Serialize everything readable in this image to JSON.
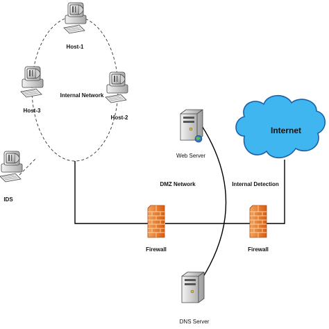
{
  "labels": {
    "host1": "Host-1",
    "host2": "Host-2",
    "host3": "Host-3",
    "ids": "IDS",
    "internal_network": "Internal Network",
    "web_server": "Web Server",
    "dns_server": "DNS Server",
    "dmz_network": "DMZ Network",
    "internal_detection": "Internal Detection",
    "firewall_left": "Firewall",
    "firewall_right": "Firewall",
    "internet": "Internet"
  },
  "colors": {
    "cloud_fill": "#3fb6ef",
    "cloud_stroke": "#1a5fa8",
    "firewall": "#e9772a",
    "computer_body": "#d9d9d9",
    "line": "#000000"
  },
  "icons": {
    "hosts": "desktop-computer-icon",
    "servers": "tower-server-icon",
    "firewalls": "brick-firewall-icon",
    "internet": "cloud-icon"
  }
}
